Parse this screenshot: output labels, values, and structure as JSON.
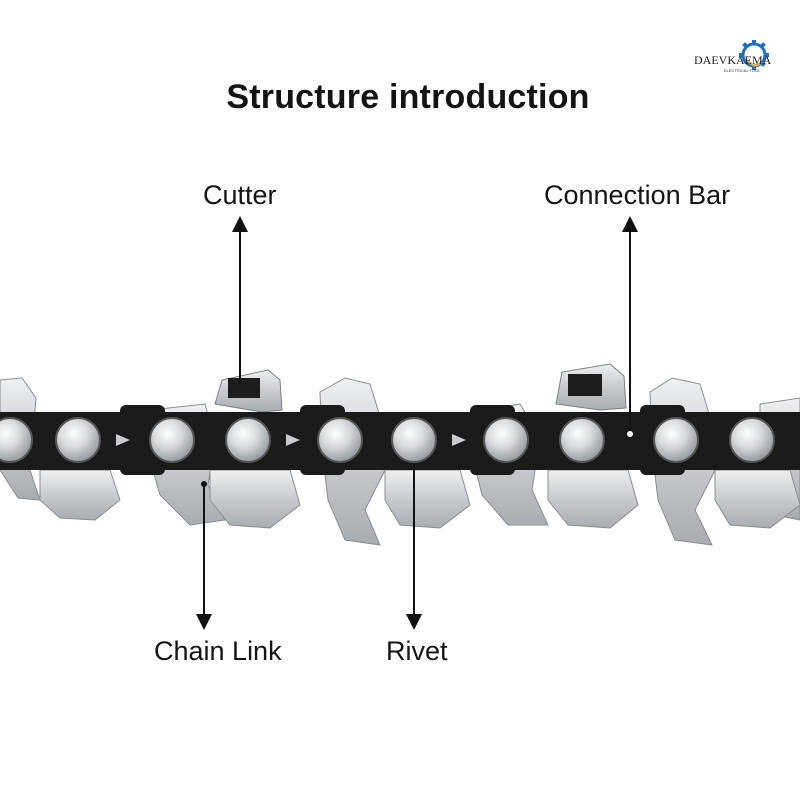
{
  "title": "Structure introduction",
  "brand": {
    "name": "DAEVKAEMA",
    "tagline": "ELECTRICAL TOOL"
  },
  "labels": {
    "cutter": "Cutter",
    "connection_bar": "Connection Bar",
    "chain_link": "Chain Link",
    "rivet": "Rivet"
  },
  "colors": {
    "background": "#ffffff",
    "strap": "#1a1a1a",
    "steel": "#c7c9cc",
    "brand_blue": "#1e6fc0"
  }
}
